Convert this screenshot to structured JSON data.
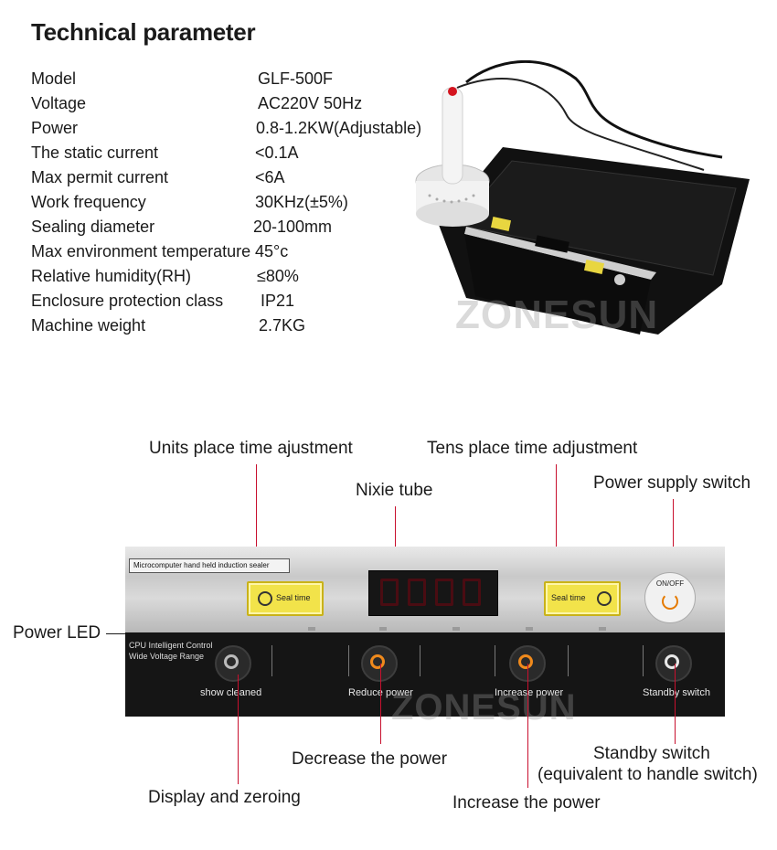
{
  "title": "Technical parameter",
  "specs": [
    {
      "label": "Model",
      "value": "GLF-500F"
    },
    {
      "label": "Voltage",
      "value": "AC220V  50Hz"
    },
    {
      "label": "Power",
      "value": "0.8-1.2KW(Adjustable)"
    },
    {
      "label": "The static current",
      "value": "<0.1A"
    },
    {
      "label": "Max permit current",
      "value": "<6A"
    },
    {
      "label": "Work frequency",
      "value": "30KHz(±5%)"
    },
    {
      "label": "Sealing diameter",
      "value": "20-100mm"
    },
    {
      "label": "Max environment temperature",
      "value": "45°c"
    },
    {
      "label": "Relative humidity(RH)",
      "value": "≤80%"
    },
    {
      "label": "Enclosure protection class",
      "value": "IP21"
    },
    {
      "label": "Machine weight",
      "value": "2.7KG"
    }
  ],
  "watermark": "ZONESUN",
  "panel": {
    "header_label": "Microcomputer hand held induction sealer",
    "seal_time_left": "Seal time",
    "seal_time_right": "Seal time",
    "onoff": "ON/OFF",
    "cpu_line1": "CPU Intelligent Control",
    "cpu_line2": "Wide Voltage Range",
    "buttons": [
      "show  cleaned",
      "Reduce power",
      "Increase power",
      "Standby switch"
    ]
  },
  "callouts": {
    "units_place": "Units place time ajustment",
    "tens_place": "Tens place time adjustment",
    "nixie": "Nixie tube",
    "power_supply": "Power supply switch",
    "power_led": "Power LED",
    "decrease": "Decrease the power",
    "display_zero": "Display and zeroing",
    "increase": "Increase the power",
    "standby_line1": "Standby switch",
    "standby_line2": "(equivalent to handle switch)"
  },
  "colors": {
    "accent": "#c8102e",
    "seal_button": "#f2e34a",
    "power_icon": "#e57a00"
  }
}
